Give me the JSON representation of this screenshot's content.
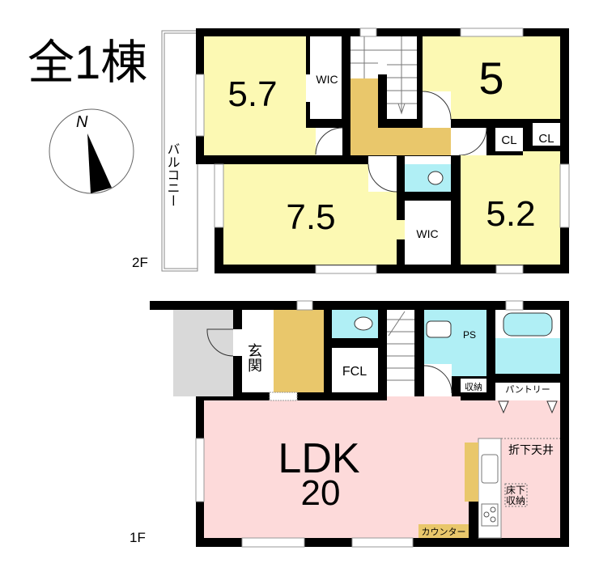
{
  "title": "全1棟",
  "compass": {
    "label": "N",
    "icon": "north-arrow-icon"
  },
  "colors": {
    "wall": "#000000",
    "room": "#fcf9b3",
    "hall": "#e9c76b",
    "water": "#b0eff5",
    "ldk": "#fddada",
    "porch": "#d9d9d9"
  },
  "floor2": {
    "label": "2F",
    "balcony": "バルコニー",
    "rooms": {
      "western_a": "5.7",
      "wic_a": "WIC",
      "western_b": "5",
      "cl_a": "CL",
      "cl_b": "CL",
      "western_c": "7.5",
      "wic_b": "WIC",
      "western_d": "5.2"
    }
  },
  "floor1": {
    "label": "1F",
    "entrance": "玄関",
    "fcl": "FCL",
    "ps": "PS",
    "storage": "収納",
    "pantry": "パントリー",
    "ldk": "LDK",
    "ldk_size": "20",
    "lowered_ceiling": "折下天井",
    "underfloor_line1": "床下",
    "underfloor_line2": "収納",
    "counter": "カウンター"
  }
}
